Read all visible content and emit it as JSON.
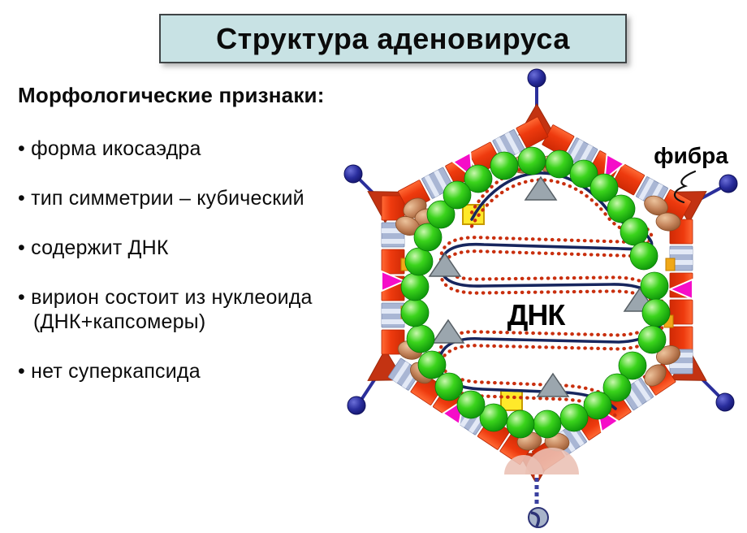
{
  "title": "Структура аденовируса",
  "features": {
    "heading": "Морфологические признаки:",
    "items": [
      "форма икосаэдра",
      "тип симметрии – кубический",
      "содержит ДНК",
      "вирион состоит из нуклеоида (ДНК+капсомеры)",
      "нет суперкапсида"
    ]
  },
  "diagram": {
    "dna_label": "ДНК",
    "fiber_label": "фибра"
  },
  "colors": {
    "title-bg": "#c8e2e4",
    "capsid-red": "#ee3a0e",
    "penton-red": "#c33312",
    "magenta": "#f50dc8",
    "blue-block": "#a9b6d4",
    "green": "#2fd01c",
    "brown": "#c4855c",
    "yellow": "#ffe92a",
    "gray-triangle": "#9ba6ae",
    "fiber-navy": "#2b2f9b",
    "dna-navy": "#17265e",
    "dna-dot-red": "#c92f0e",
    "watermark-pink": "#eac0b4"
  }
}
